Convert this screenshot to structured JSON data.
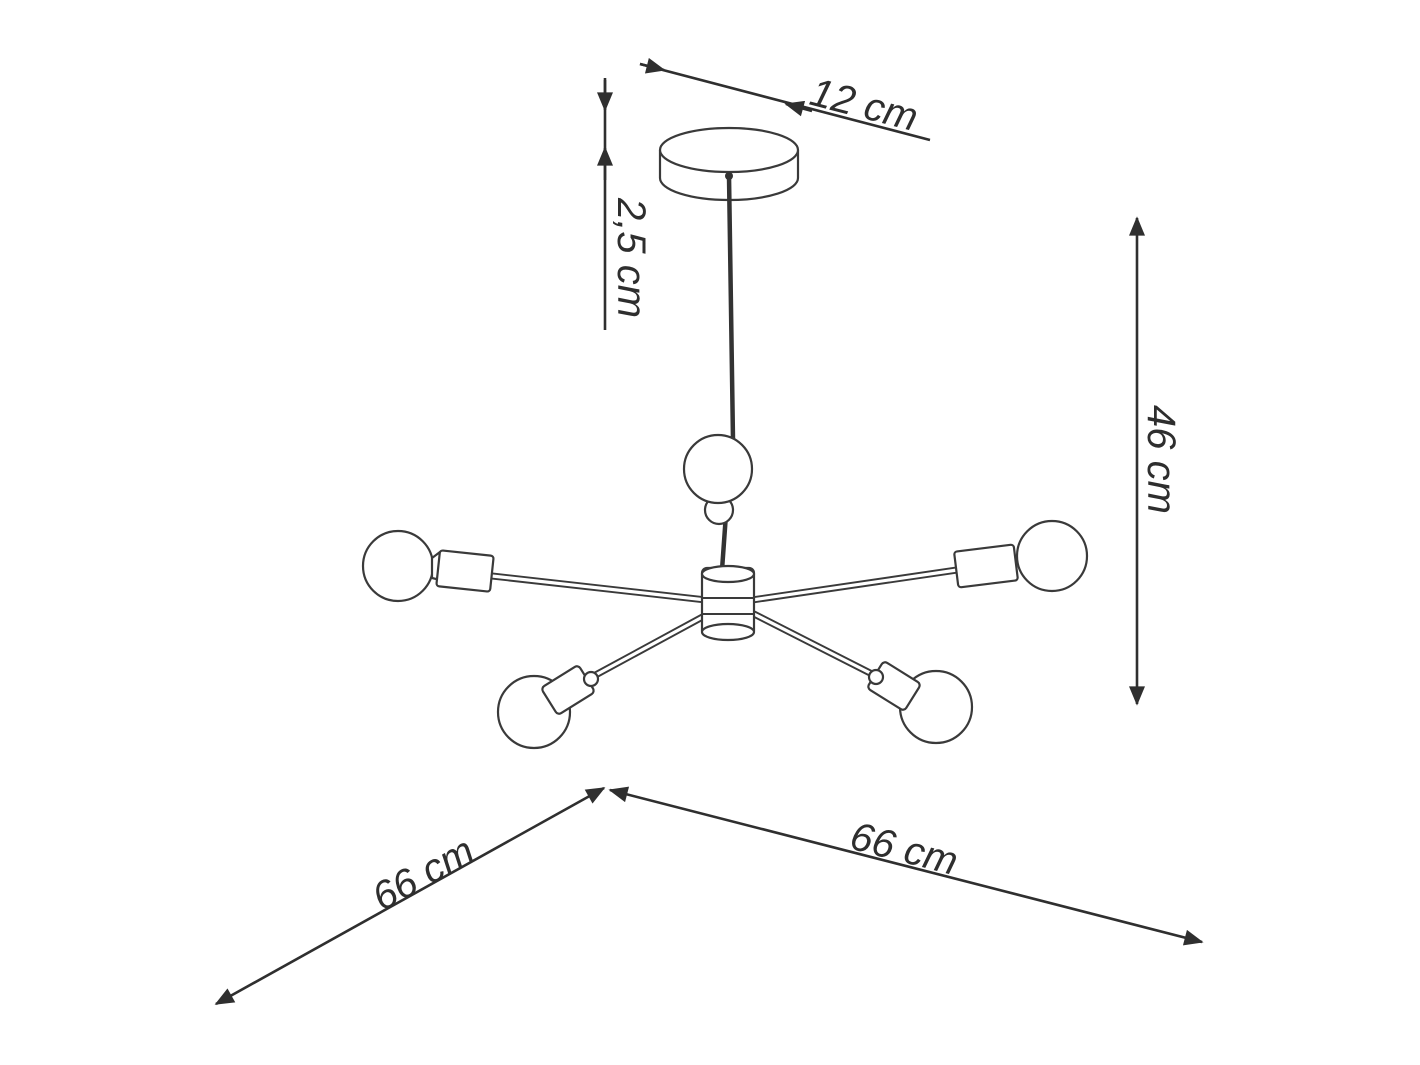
{
  "dimensions": {
    "canopy_diameter": "12 cm",
    "canopy_height": "2,5 cm",
    "total_height": "46 cm",
    "depth": "66 cm",
    "width": "66 cm"
  },
  "colors": {
    "line": "#3a3a3a",
    "background": "#ffffff"
  }
}
